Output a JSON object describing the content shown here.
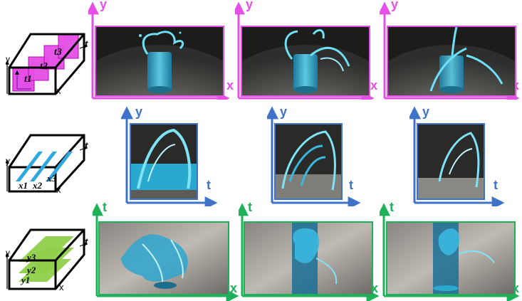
{
  "colors": {
    "xy": "#e64fe6",
    "yt": "#3e73c9",
    "xt": "#1fb15a",
    "water": "#3cc4e6"
  },
  "rows": [
    {
      "name": "xy",
      "axes": {
        "vertical": "y",
        "horizontal": "x"
      },
      "cube_labels": {
        "depth": "t",
        "height": "y",
        "width": "x",
        "slices": [
          "t1",
          "t2",
          "t3"
        ]
      }
    },
    {
      "name": "yt",
      "axes": {
        "vertical": "y",
        "horizontal": "t"
      },
      "cube_labels": {
        "depth": "t",
        "height": "y",
        "width": "x",
        "slices": [
          "x1",
          "x2",
          "x3"
        ]
      }
    },
    {
      "name": "xt",
      "axes": {
        "vertical": "t",
        "horizontal": "x"
      },
      "cube_labels": {
        "depth": "t",
        "height": "y",
        "width": "x",
        "slices": [
          "y1",
          "y2",
          "y3"
        ]
      }
    }
  ]
}
